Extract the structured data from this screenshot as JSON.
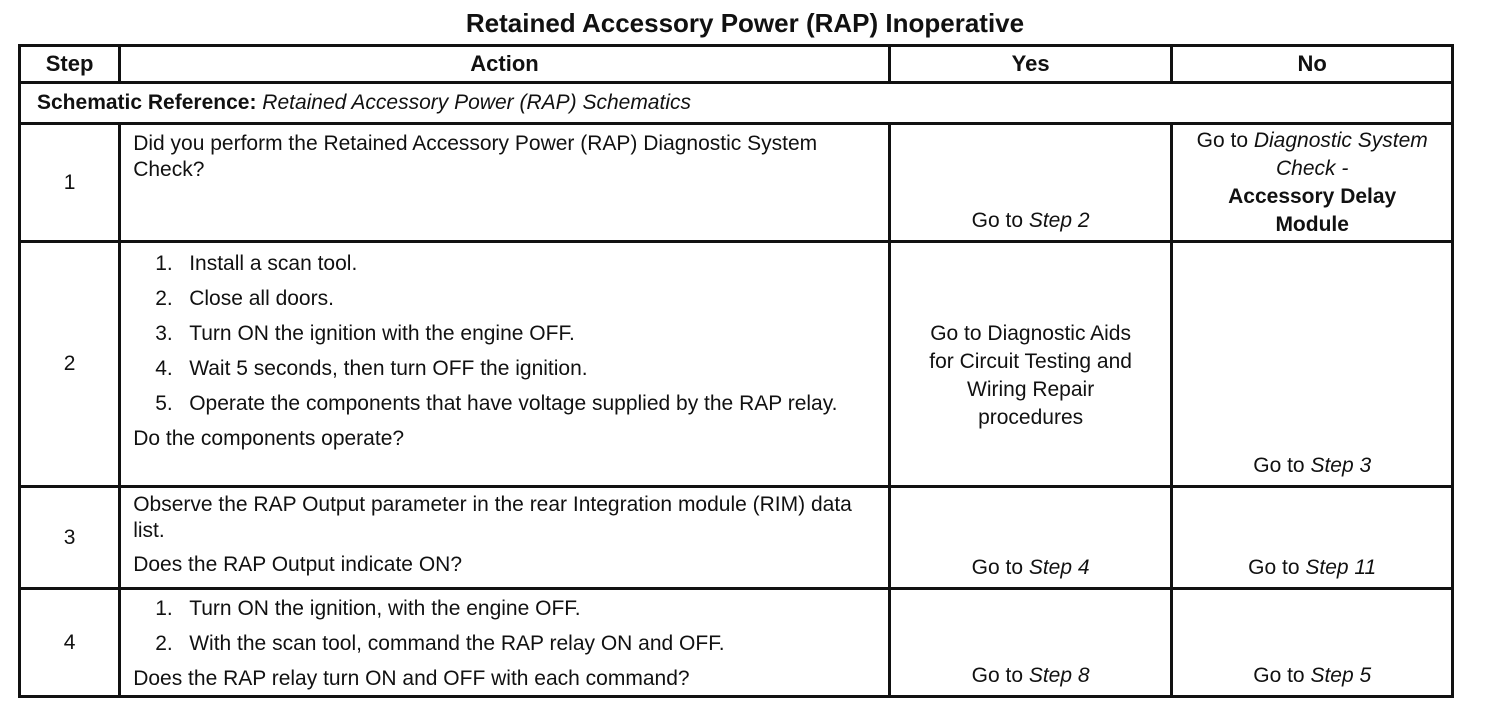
{
  "title": "Retained Accessory Power (RAP) Inoperative",
  "headers": {
    "step": "Step",
    "action": "Action",
    "yes": "Yes",
    "no": "No"
  },
  "reference": {
    "label": "Schematic Reference:",
    "value": "Retained Accessory Power (RAP) Schematics"
  },
  "rows": [
    {
      "step": "1",
      "question": "Did you perform the Retained Accessory Power (RAP) Diagnostic System Check?",
      "yes": {
        "prefix": "Go to ",
        "ref": "Step 2"
      },
      "no": {
        "prefix": "Go to ",
        "ref": "Diagnostic System Check -",
        "bold": "Accessory Delay Module"
      }
    },
    {
      "step": "2",
      "substeps": [
        {
          "n": "1.",
          "text": "Install a scan tool."
        },
        {
          "n": "2.",
          "text": "Close all doors."
        },
        {
          "n": "3.",
          "text": "Turn ON the ignition with the engine OFF."
        },
        {
          "n": "4.",
          "text": "Wait 5 seconds, then turn OFF the ignition."
        },
        {
          "n": "5.",
          "text": "Operate the components that have voltage supplied by the RAP relay."
        }
      ],
      "question": "Do the components operate?",
      "yes": {
        "text": "Go to Diagnostic Aids for Circuit Testing and Wiring Repair procedures"
      },
      "no": {
        "prefix": "Go to ",
        "ref": "Step 3"
      }
    },
    {
      "step": "3",
      "text": "Observe the RAP Output parameter in the rear Integration module (RIM) data list.",
      "question": "Does the RAP Output indicate ON?",
      "yes": {
        "prefix": "Go to ",
        "ref": "Step 4"
      },
      "no": {
        "prefix": "Go to ",
        "ref": "Step 11"
      }
    },
    {
      "step": "4",
      "substeps": [
        {
          "n": "1.",
          "text": "Turn ON the ignition, with the engine OFF."
        },
        {
          "n": "2.",
          "text": "With the scan tool, command the RAP relay ON and OFF."
        }
      ],
      "question": "Does the RAP relay turn ON and OFF with each command?",
      "yes": {
        "prefix": "Go to ",
        "ref": "Step 8"
      },
      "no": {
        "prefix": "Go to ",
        "ref": "Step 5"
      }
    }
  ]
}
